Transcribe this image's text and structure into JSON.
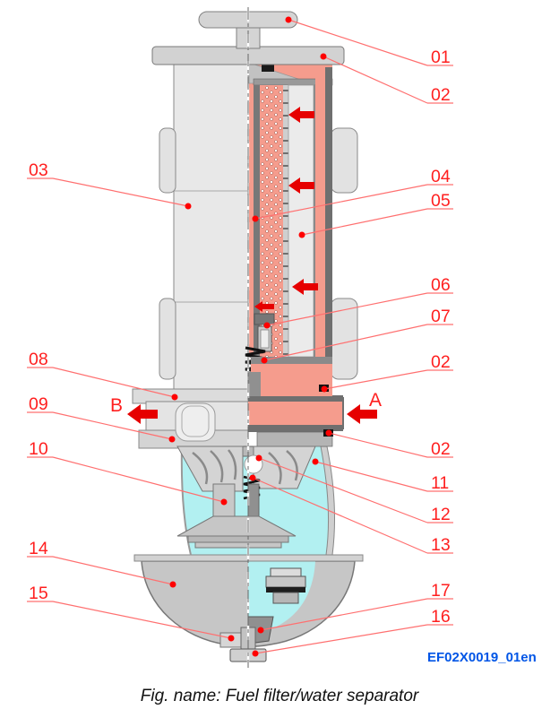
{
  "figure": {
    "caption": "Fig. name: Fuel filter/water separator",
    "drawing_code": "EF02X0019_01en",
    "flow": {
      "inlet_label": "A",
      "outlet_label": "B"
    },
    "colors": {
      "fuel": "#f59c8d",
      "water": "#b2f0f1",
      "callout_red": "#ff1f1f",
      "code_blue": "#0055e6"
    },
    "callouts_right": [
      {
        "label": "01"
      },
      {
        "label": "02"
      },
      {
        "label": "04"
      },
      {
        "label": "05"
      },
      {
        "label": "06"
      },
      {
        "label": "07"
      },
      {
        "label": "02"
      },
      {
        "label": "02"
      },
      {
        "label": "11"
      },
      {
        "label": "12"
      },
      {
        "label": "13"
      },
      {
        "label": "17"
      },
      {
        "label": "16"
      }
    ],
    "callouts_left": [
      {
        "label": "03"
      },
      {
        "label": "08"
      },
      {
        "label": "09"
      },
      {
        "label": "10"
      },
      {
        "label": "14"
      },
      {
        "label": "15"
      }
    ]
  }
}
